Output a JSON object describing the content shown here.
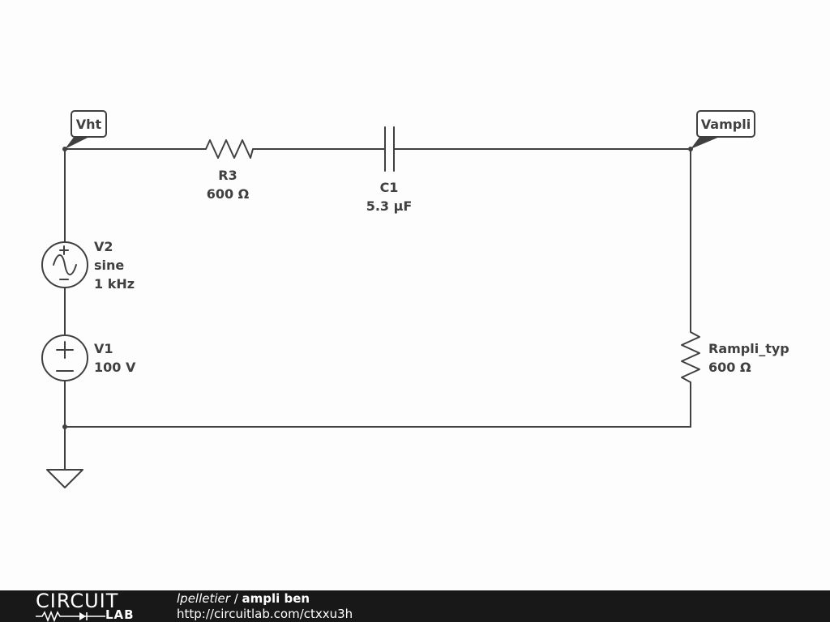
{
  "nodes": {
    "vht": "Vht",
    "vampli": "Vampli"
  },
  "components": {
    "r3": {
      "name": "R3",
      "value": "600 Ω"
    },
    "c1": {
      "name": "C1",
      "value": "5.3 µF"
    },
    "v2": {
      "name": "V2",
      "type": "sine",
      "freq": "1 kHz"
    },
    "v1": {
      "name": "V1",
      "value": "100 V"
    },
    "rampli": {
      "name": "Rampli_typ",
      "value": "600 Ω"
    }
  },
  "footer": {
    "logo_top": "CIRCUIT",
    "logo_bottom": "LAB",
    "author": "lpelletier",
    "separator": " / ",
    "title": "ampli ben",
    "url": "http://circuitlab.com/ctxxu3h"
  },
  "colors": {
    "wire": "#404040",
    "footer_bg": "#181818"
  }
}
